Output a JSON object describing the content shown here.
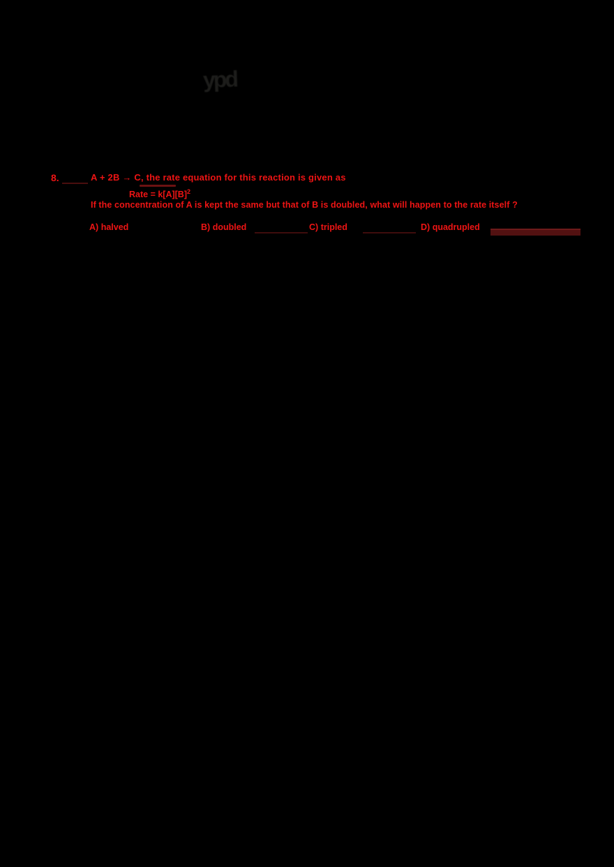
{
  "page": {
    "background_color": "#000000",
    "text_color": "#ee1414",
    "underline_color": "#4a0e0e"
  },
  "handwriting_mark": {
    "text": "ypd",
    "color": "#1d1d1b"
  },
  "question": {
    "number": "8.",
    "stem_line1": "A + 2B → C, the rate equation for this reaction is given as",
    "equation": {
      "body": "Rate = k[A][B]",
      "exponent": "2"
    },
    "stem_line2": "If the concentration of A is kept the same but that of B is doubled, what will happen to the rate itself ?",
    "options": [
      {
        "label": "A)",
        "text": "halved"
      },
      {
        "label": "B)",
        "text": "doubled"
      },
      {
        "label": "C)",
        "text": "tripled"
      },
      {
        "label": "D)",
        "text": "quadrupled"
      }
    ]
  }
}
